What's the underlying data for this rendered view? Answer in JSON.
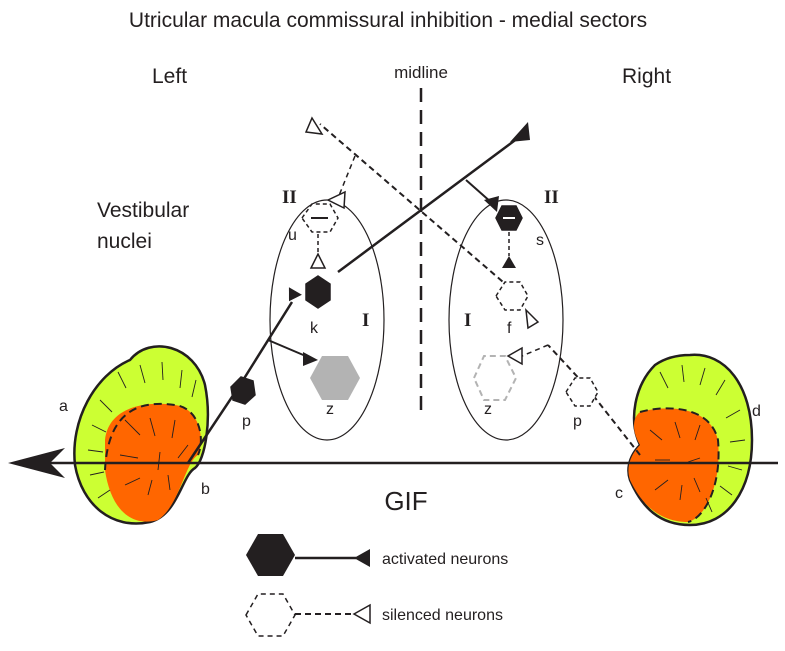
{
  "title": "Utricular macula  commissural inhibition - medial sectors",
  "side_left": "Left",
  "side_right": "Right",
  "midline": "midline",
  "region_label_line1": "Vestibular",
  "region_label_line2": "nuclei",
  "axis_label": "GIF",
  "roman_two": "II",
  "roman_one": "I",
  "letters": {
    "a": "a",
    "b": "b",
    "c": "c",
    "d": "d",
    "p_left": "p",
    "p_right": "p",
    "k": "k",
    "u": "u",
    "z_left": "z",
    "s": "s",
    "f": "f",
    "z_right": "z"
  },
  "legend": {
    "activated": "activated neurons",
    "silenced": "silenced neurons"
  },
  "colors": {
    "striola_orange": "#ff6600",
    "extrastriola_green": "#ccff33",
    "activated_fill": "#231f20",
    "inhibited_grey": "#b3b3b3"
  }
}
